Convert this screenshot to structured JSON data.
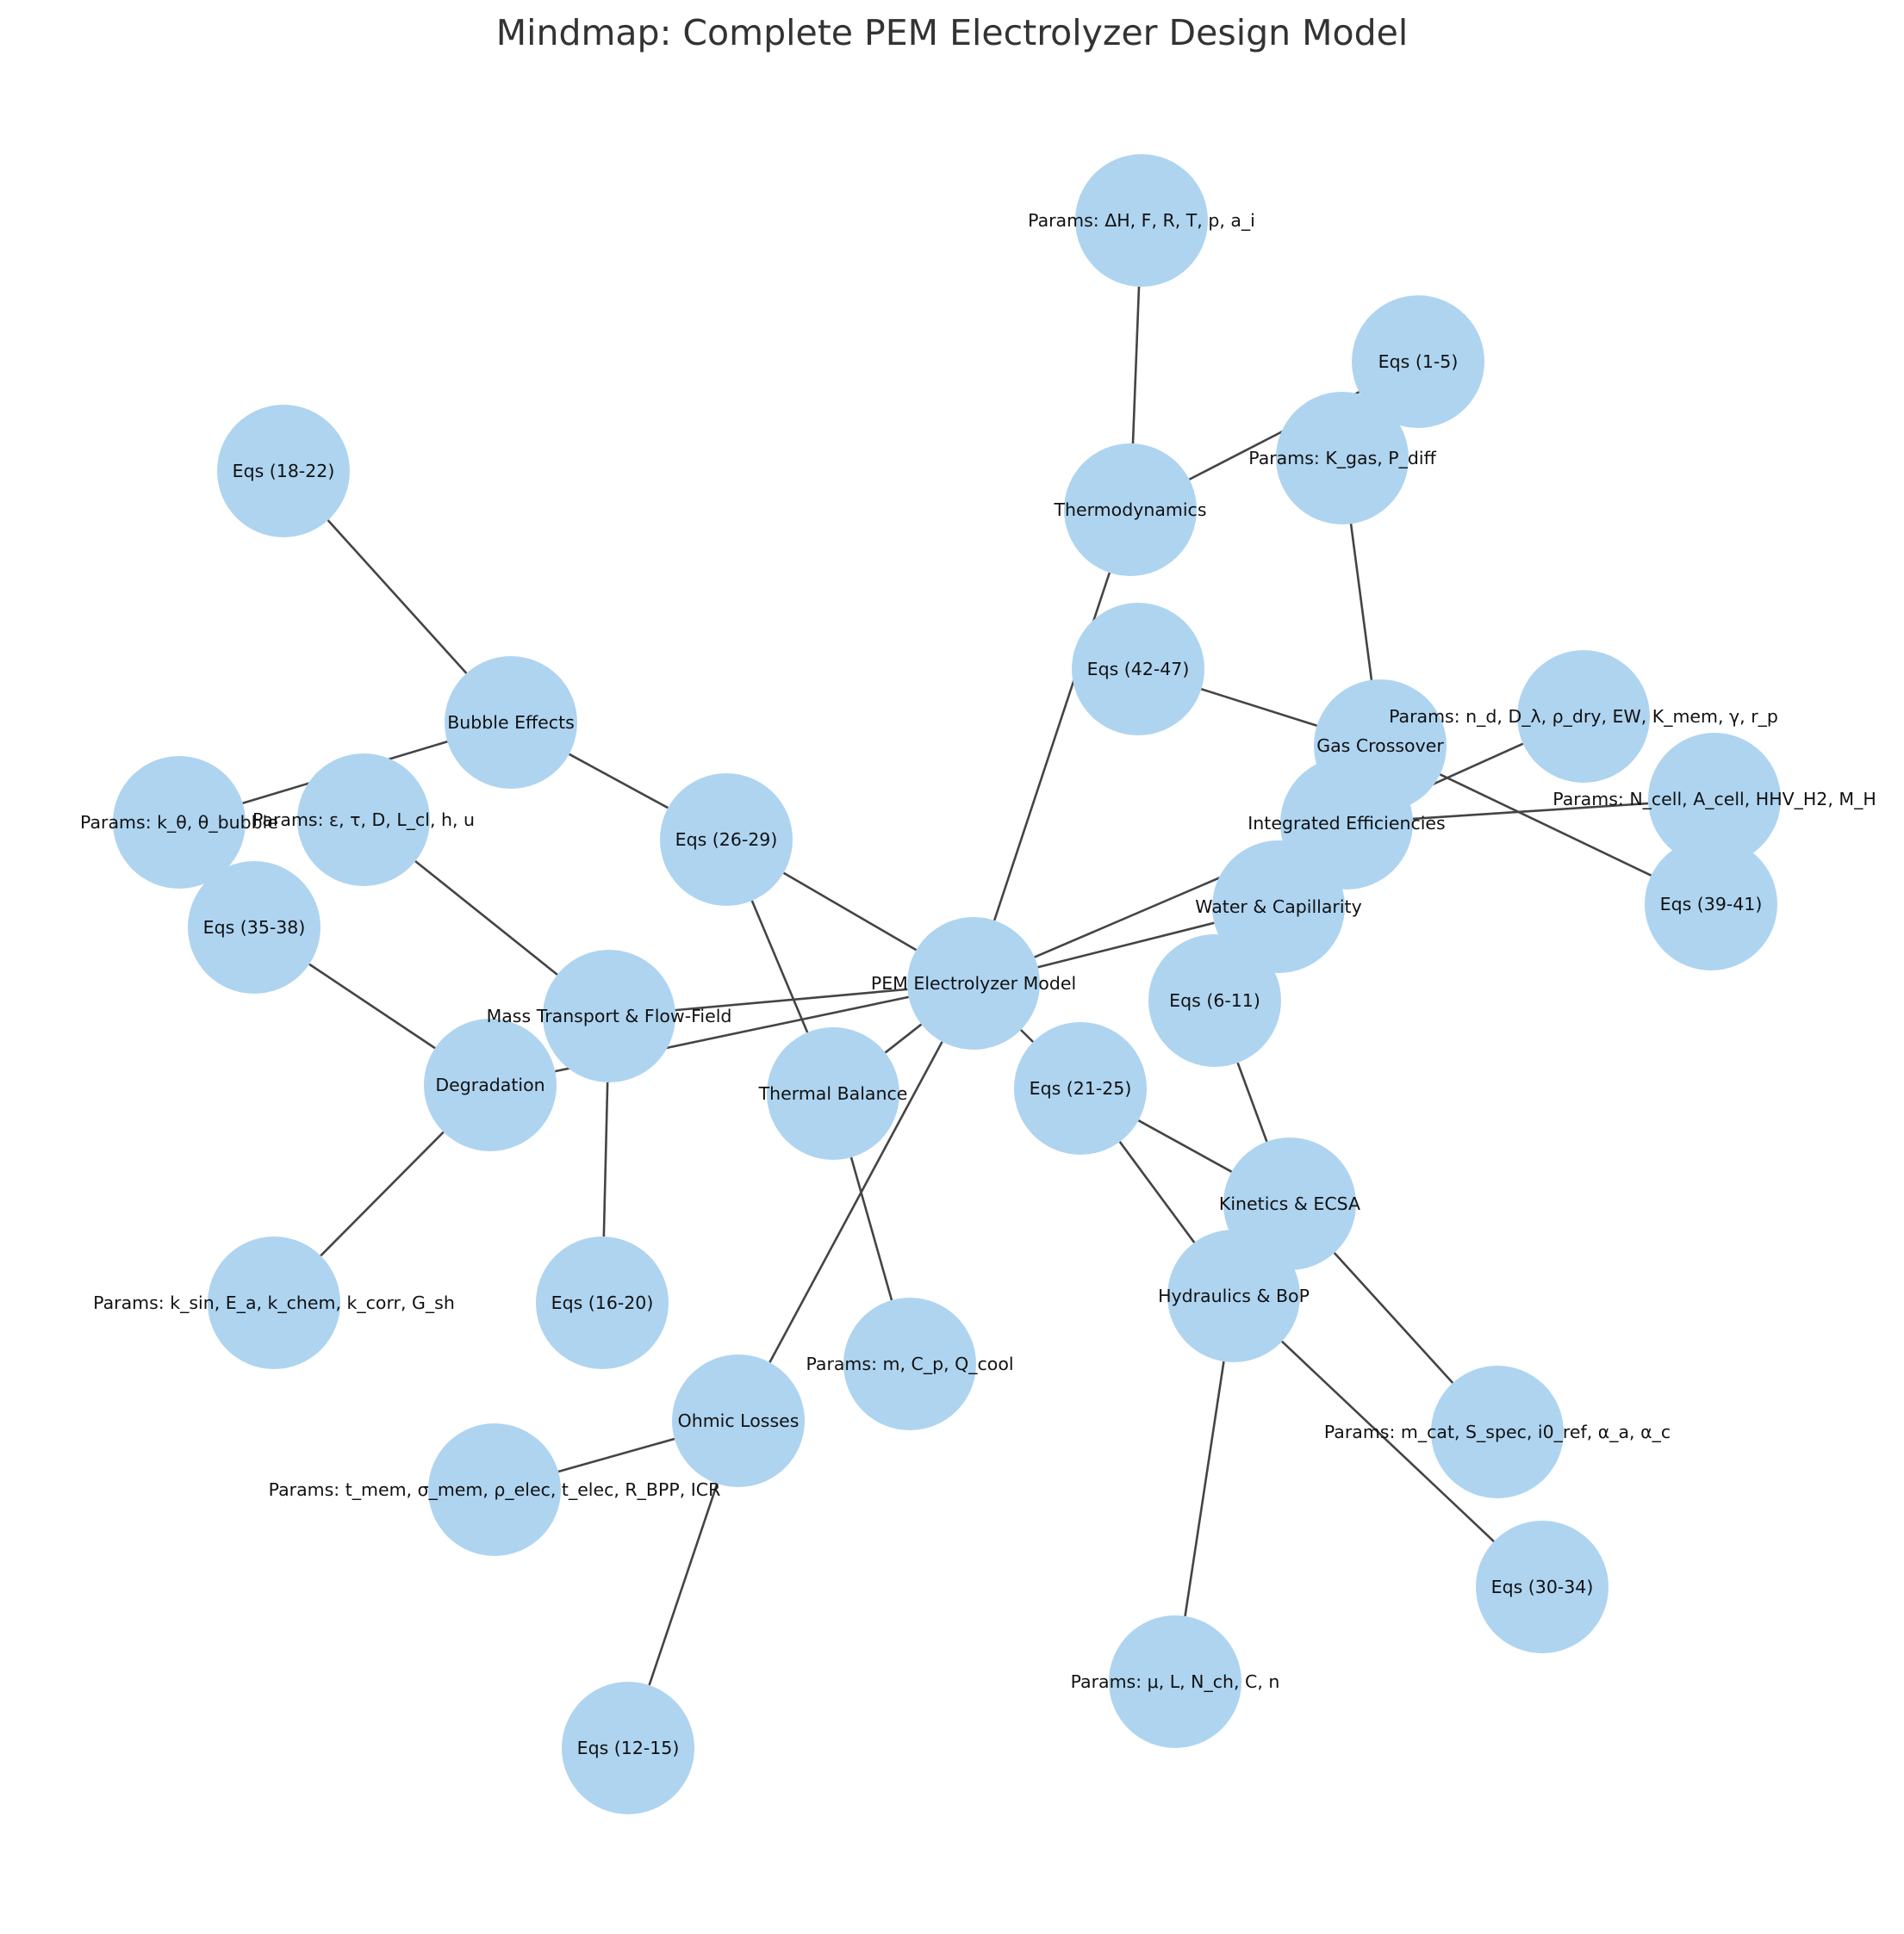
{
  "title": "Mindmap: Complete PEM Electrolyzer Design Model",
  "colors": {
    "node_fill": "#aed4f0",
    "edge": "#444444",
    "label": "#111111",
    "title": "#333333"
  },
  "nodes": [
    {
      "id": "root",
      "label": "PEM Electrolyzer Model"
    },
    {
      "id": "thermo",
      "label": "Thermodynamics"
    },
    {
      "id": "kinetics",
      "label": "Kinetics & ECSA"
    },
    {
      "id": "ohmic",
      "label": "Ohmic Losses"
    },
    {
      "id": "mass",
      "label": "Mass Transport & Flow-Field"
    },
    {
      "id": "bubble",
      "label": "Bubble Effects"
    },
    {
      "id": "water",
      "label": "Water & Capillarity"
    },
    {
      "id": "thermal",
      "label": "Thermal Balance"
    },
    {
      "id": "hydraulics",
      "label": "Hydraulics & BoP"
    },
    {
      "id": "degradation",
      "label": "Degradation"
    },
    {
      "id": "crossover",
      "label": "Gas Crossover"
    },
    {
      "id": "integrated",
      "label": "Integrated Efficiencies"
    },
    {
      "id": "p_thermo",
      "label": "Params: ΔH, F, R, T, p, a_i"
    },
    {
      "id": "e_1_5",
      "label": "Eqs (1-5)"
    },
    {
      "id": "p_kgas",
      "label": "Params: K_gas, P_diff"
    },
    {
      "id": "e_42_47",
      "label": "Eqs (42-47)"
    },
    {
      "id": "p_water",
      "label": "Params: n_d, D_λ, ρ_dry, EW, K_mem, γ, r_p"
    },
    {
      "id": "p_integrated",
      "label": "Params: N_cell, A_cell, HHV_H2, M_H"
    },
    {
      "id": "e_39_41",
      "label": "Eqs (39-41)"
    },
    {
      "id": "e_6_11",
      "label": "Eqs (6-11)"
    },
    {
      "id": "e_21_25",
      "label": "Eqs (21-25)"
    },
    {
      "id": "p_kinetics",
      "label": "Params: m_cat, S_spec, i0_ref, α_a, α_c"
    },
    {
      "id": "e_30_34",
      "label": "Eqs (30-34)"
    },
    {
      "id": "p_hydraulics",
      "label": "Params: μ, L, N_ch, C, n"
    },
    {
      "id": "p_thermal",
      "label": "Params: m, C_p, Q_cool"
    },
    {
      "id": "e_12_15",
      "label": "Eqs (12-15)"
    },
    {
      "id": "p_ohmic",
      "label": "Params: t_mem, σ_mem, ρ_elec, t_elec, R_BPP, ICR"
    },
    {
      "id": "e_16_20",
      "label": "Eqs (16-20)"
    },
    {
      "id": "p_degradation",
      "label": "Params: k_sin, E_a, k_chem, k_corr, G_sh"
    },
    {
      "id": "e_35_38",
      "label": "Eqs (35-38)"
    },
    {
      "id": "e_18_22",
      "label": "Eqs (18-22)"
    },
    {
      "id": "e_26_29",
      "label": "Eqs (26-29)"
    },
    {
      "id": "p_mass",
      "label": "Params: ε, τ, D, L_cl, h, u"
    },
    {
      "id": "p_bubble",
      "label": "Params: k_θ, θ_bubble"
    }
  ],
  "edges": [
    [
      "root",
      "thermo"
    ],
    [
      "root",
      "integrated"
    ],
    [
      "root",
      "water"
    ],
    [
      "root",
      "mass"
    ],
    [
      "root",
      "degradation"
    ],
    [
      "root",
      "thermal"
    ],
    [
      "root",
      "ohmic"
    ],
    [
      "root",
      "e_26_29"
    ],
    [
      "root",
      "e_21_25"
    ],
    [
      "thermo",
      "p_thermo"
    ],
    [
      "thermo",
      "e_1_5"
    ],
    [
      "p_kgas",
      "crossover"
    ],
    [
      "e_42_47",
      "crossover"
    ],
    [
      "crossover",
      "e_39_41"
    ],
    [
      "integrated",
      "p_water"
    ],
    [
      "integrated",
      "p_integrated"
    ],
    [
      "e_6_11",
      "kinetics"
    ],
    [
      "e_21_25",
      "kinetics"
    ],
    [
      "e_21_25",
      "hydraulics"
    ],
    [
      "kinetics",
      "p_kinetics"
    ],
    [
      "hydraulics",
      "e_30_34"
    ],
    [
      "hydraulics",
      "p_hydraulics"
    ],
    [
      "thermal",
      "e_26_29"
    ],
    [
      "thermal",
      "p_thermal"
    ],
    [
      "ohmic",
      "p_ohmic"
    ],
    [
      "ohmic",
      "e_12_15"
    ],
    [
      "mass",
      "p_mass"
    ],
    [
      "mass",
      "e_16_20"
    ],
    [
      "degradation",
      "e_35_38"
    ],
    [
      "degradation",
      "p_degradation"
    ],
    [
      "bubble",
      "e_18_22"
    ],
    [
      "bubble",
      "p_bubble"
    ],
    [
      "bubble",
      "e_26_29"
    ]
  ]
}
